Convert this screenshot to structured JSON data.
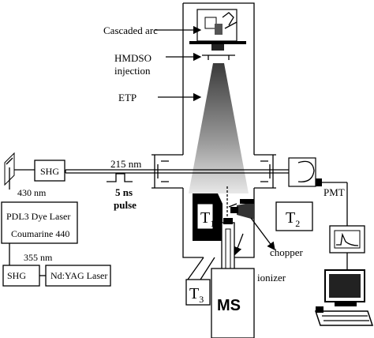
{
  "labels": {
    "cascaded_arc": "Cascaded arc",
    "hmdso_line1": "HMDSO",
    "hmdso_line2": "injection",
    "etp": "ETP",
    "wavelength_215": "215 nm",
    "pulse_line1": "5 ns",
    "pulse_line2": "pulse",
    "shg_top": "SHG",
    "wavelength_430": "430 nm",
    "dye_laser": "PDL3 Dye Laser",
    "coumarine": "Coumarine 440",
    "wavelength_355": "355 nm",
    "shg_bottom": "SHG",
    "ndyag": "Nd:YAG Laser",
    "pmt": "PMT",
    "t1": "T",
    "t1_sub": "1",
    "t2": "T",
    "t2_sub": "2",
    "t3": "T",
    "t3_sub": "3",
    "chopper": "chopper",
    "ionizer": "ionizer",
    "ms": "MS"
  }
}
